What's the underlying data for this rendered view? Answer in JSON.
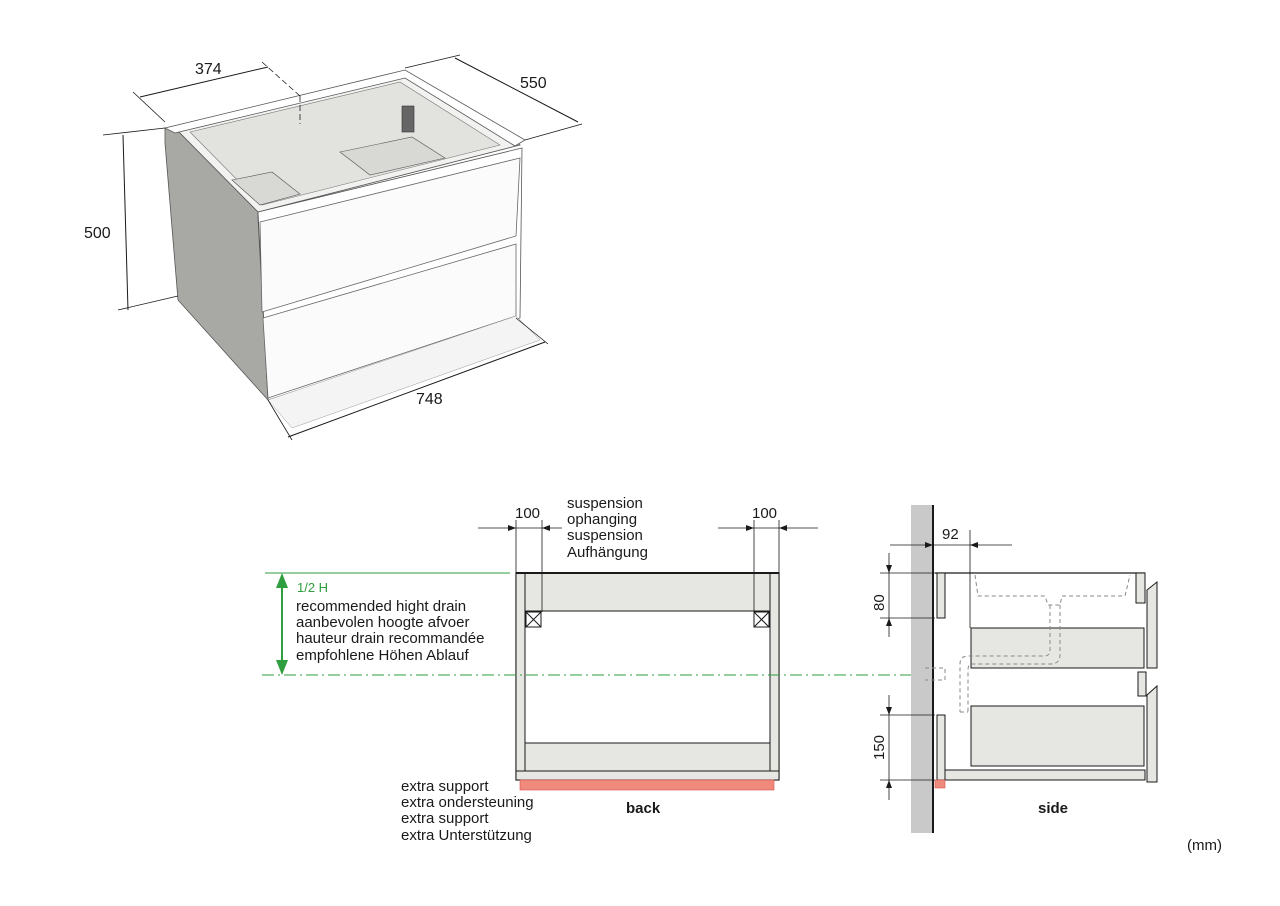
{
  "iso_view": {
    "dim_width_inner": "374",
    "dim_depth": "550",
    "dim_height": "500",
    "dim_width": "748"
  },
  "back_view": {
    "dim_left": "100",
    "dim_right": "100",
    "suspension_labels": [
      "suspension",
      "ophanging",
      "suspension",
      "Aufhängung"
    ],
    "drain_height_label": "1/2 H",
    "drain_labels": [
      "recommended hight drain",
      "aanbevolen hoogte afvoer",
      "hauteur drain recommandée",
      "empfohlene Höhen Ablauf"
    ],
    "support_labels": [
      "extra support",
      "extra ondersteuning",
      "extra support",
      "extra Unterstützung"
    ],
    "caption": "back"
  },
  "side_view": {
    "dim_offset": "92",
    "dim_top": "80",
    "dim_bottom": "150",
    "caption": "side"
  },
  "unit_label": "(mm)",
  "colors": {
    "accent_green": "#2e9e3e",
    "support_red": "#f08a7c",
    "panel_fill": "#e6e7e2",
    "wall_grey": "#c9c9c9",
    "cabinet_side": "#a8a9a5"
  }
}
